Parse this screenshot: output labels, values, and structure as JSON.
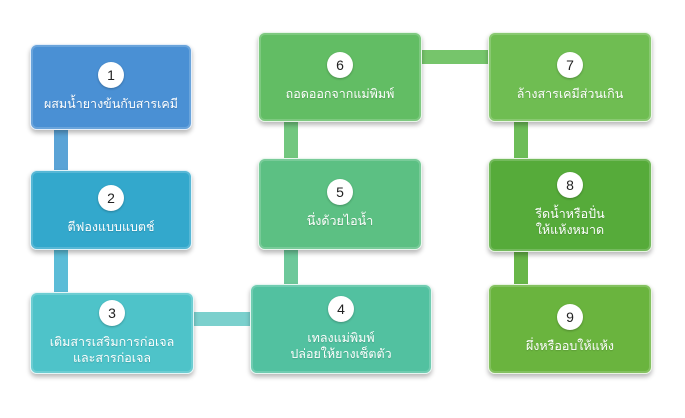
{
  "diagram": {
    "steps": [
      {
        "number": "1",
        "lines": [
          "ผสมน้ำยางข้นกับสารเคมี"
        ],
        "color": "#4a90d4"
      },
      {
        "number": "2",
        "lines": [
          "ตีฟองแบบแบตช์"
        ],
        "color": "#33a8cc"
      },
      {
        "number": "3",
        "lines": [
          "เติมสารเสริมการก่อเจล",
          "และสารก่อเจล"
        ],
        "color": "#4ec3c9"
      },
      {
        "number": "4",
        "lines": [
          "เทลงแม่พิมพ์",
          "ปล่อยให้ยางเซ็ตตัว"
        ],
        "color": "#52c1a0"
      },
      {
        "number": "5",
        "lines": [
          "นึ่งด้วยไอน้ำ"
        ],
        "color": "#5cc083"
      },
      {
        "number": "6",
        "lines": [
          "ถอดออกจากแม่พิมพ์"
        ],
        "color": "#62bd64"
      },
      {
        "number": "7",
        "lines": [
          "ล้างสารเคมีส่วนเกิน"
        ],
        "color": "#6fbd52"
      },
      {
        "number": "8",
        "lines": [
          "รีดน้ำหรือปั่น",
          "ให้แห้งหมาด"
        ],
        "color": "#56ab3a"
      },
      {
        "number": "9",
        "lines": [
          "ผึ่งหรืออบให้แห้ง"
        ],
        "color": "#6ab43e"
      }
    ]
  }
}
